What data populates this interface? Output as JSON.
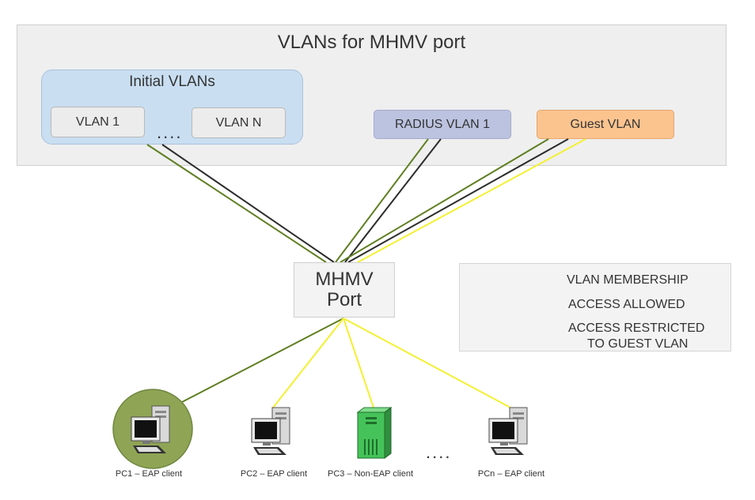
{
  "panel": {
    "title": "VLANs for MHMV port"
  },
  "initial_group": {
    "title": "Initial VLANs",
    "vlan_first": "VLAN 1",
    "ellipsis": "....",
    "vlan_last": "VLAN N"
  },
  "radius_vlan": "RADIUS VLAN 1",
  "guest_vlan": "Guest VLAN",
  "port": {
    "line1": "MHMV",
    "line2": "Port"
  },
  "legend": {
    "membership": "VLAN MEMBERSHIP",
    "allowed": "ACCESS ALLOWED",
    "restricted_line1": "ACCESS RESTRICTED",
    "restricted_line2": "TO GUEST VLAN"
  },
  "clients": [
    {
      "label": "PC1 – EAP client",
      "icon": "desktop-computer-icon"
    },
    {
      "label": "PC2 – EAP client",
      "icon": "desktop-computer-icon"
    },
    {
      "label": "PC3 – Non-EAP client",
      "icon": "green-server-tower-icon"
    },
    {
      "label": "PCn – EAP client",
      "icon": "desktop-computer-icon"
    }
  ],
  "clients_ellipsis": "....",
  "colors": {
    "membership": "#2b2b2b",
    "allowed": "#5f7f22",
    "restricted": "#f4f032",
    "initial_group_fill": "#c9def1",
    "radius_fill": "#bcc3e0",
    "guest_fill": "#fbc48f",
    "pc1_highlight": "#8fa455"
  }
}
